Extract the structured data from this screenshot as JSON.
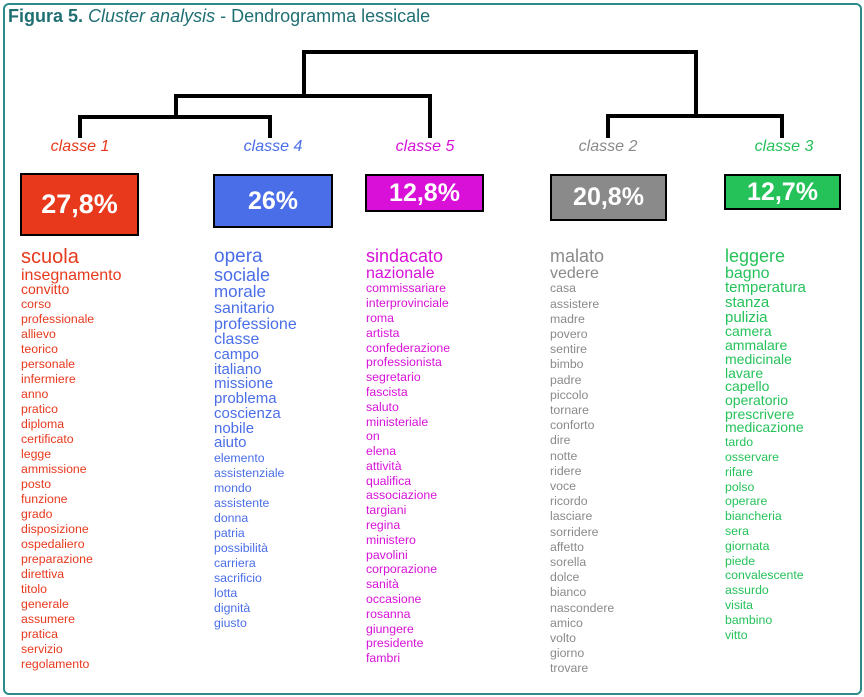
{
  "title": {
    "figure": "Figura 5.",
    "italic": "Cluster analysis",
    "rest": " - Dendrogramma lessicale"
  },
  "columns": [
    {
      "label": "classe 1",
      "percent": "27,8%",
      "color": "#e8391d",
      "words": [
        "scuola",
        "insegnamento",
        "convitto",
        "corso",
        "professionale",
        "allievo",
        "teorico",
        "personale",
        "infermiere",
        "anno",
        "pratico",
        "diploma",
        "certificato",
        "legge",
        "ammissione",
        "posto",
        "funzione",
        "grado",
        "disposizione",
        "ospedaliero",
        "preparazione",
        "direttiva",
        "titolo",
        "generale",
        "assumere",
        "pratica",
        "servizio",
        "regolamento"
      ]
    },
    {
      "label": "classe 4",
      "percent": "26%",
      "color": "#4a6ee8",
      "words": [
        "opera",
        "sociale",
        "morale",
        "sanitario",
        "professione",
        "classe",
        "campo",
        "italiano",
        "missione",
        "problema",
        "coscienza",
        "nobile",
        "aiuto",
        "elemento",
        "assistenziale",
        "mondo",
        "assistente",
        "donna",
        "patria",
        "possibilità",
        "carriera",
        "sacrificio",
        "lotta",
        "dignità",
        "giusto"
      ]
    },
    {
      "label": "classe 5",
      "percent": "12,8%",
      "color": "#d810d8",
      "words": [
        "sindacato",
        "nazionale",
        "commissariare",
        "interprovinciale",
        "roma",
        "artista",
        "confederazione",
        "professionista",
        "segretario",
        "fascista",
        "saluto",
        "ministeriale",
        "on",
        "elena",
        "attività",
        "qualifica",
        "associazione",
        "targiani",
        "regina",
        "ministero",
        "pavolini",
        "corporazione",
        "sanità",
        "occasione",
        "rosanna",
        "giungere",
        "presidente",
        "fambri"
      ]
    },
    {
      "label": "classe 2",
      "percent": "20,8%",
      "color": "#8a8a8a",
      "words": [
        "malato",
        "vedere",
        "casa",
        "assistere",
        "madre",
        "povero",
        "sentire",
        "bimbo",
        "padre",
        "piccolo",
        "tornare",
        "conforto",
        "dire",
        "notte",
        "ridere",
        "voce",
        "ricordo",
        "lasciare",
        "sorridere",
        "affetto",
        "sorella",
        "dolce",
        "bianco",
        "nascondere",
        "amico",
        "volto",
        "giorno",
        "trovare"
      ]
    },
    {
      "label": "classe 3",
      "percent": "12,7%",
      "color": "#25c25a",
      "words": [
        "leggere",
        "bagno",
        "temperatura",
        "stanza",
        "pulizia",
        "camera",
        "ammalare",
        "medicinale",
        "lavare",
        "capello",
        "operatorio",
        "prescrivere",
        "medicazione",
        "tardo",
        "osservare",
        "rifare",
        "polso",
        "operare",
        "biancheria",
        "sera",
        "giornata",
        "piede",
        "convalescente",
        "assurdo",
        "visita",
        "bambino",
        "vitto"
      ]
    }
  ]
}
